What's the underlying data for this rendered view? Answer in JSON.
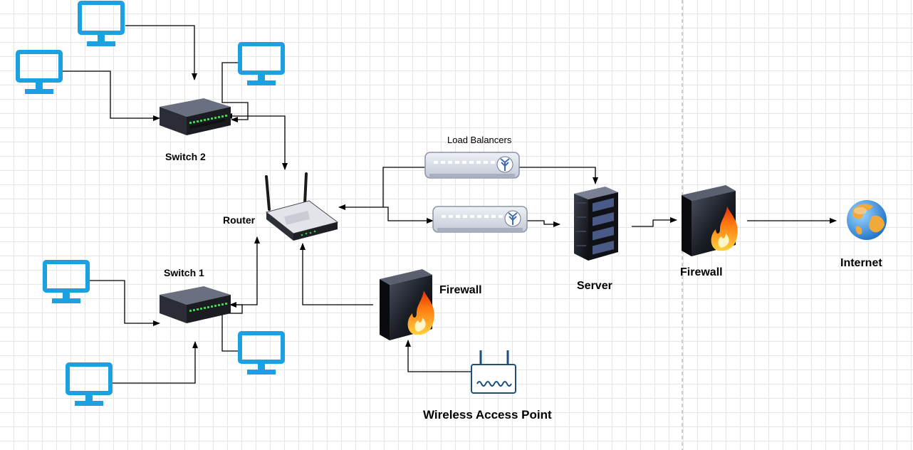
{
  "labels": {
    "switch2": "Switch 2",
    "switch1": "Switch 1",
    "router": "Router",
    "load_balancers": "Load Balancers",
    "server": "Server",
    "firewall_right": "Firewall",
    "firewall_center": "Firewall",
    "internet": "Internet",
    "wireless_access_point": "Wireless Access Point"
  },
  "colors": {
    "monitor": "#1ba1e2",
    "edge": "#000000",
    "grid": "#e6e6e6",
    "separator": "#bdbdbd"
  },
  "icons": {
    "monitor": "monitor-icon",
    "switch": "network-switch-icon",
    "router": "wireless-router-icon",
    "load_balancer": "load-balancer-icon",
    "server": "server-rack-icon",
    "firewall": "firewall-icon",
    "internet": "globe-icon",
    "access_point": "wireless-access-point-icon"
  }
}
